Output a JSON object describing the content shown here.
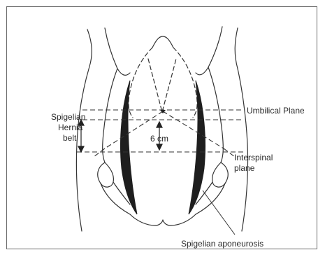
{
  "labels": {
    "umbilical_plane": "Umbilical Plane",
    "interspinal_line1": "Interspinal",
    "interspinal_line2": "plane",
    "spigelian_line1": "Spigelian",
    "spigelian_line2": "Hernia",
    "spigelian_line3": "belt",
    "distance": "6 cm",
    "aponeurosis": "Spigelian aponeurosis"
  }
}
